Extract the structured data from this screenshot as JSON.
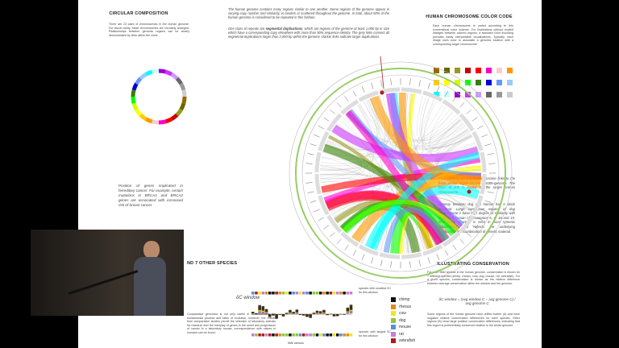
{
  "left": {
    "title": "CIRCULAR COMPOSITION",
    "intro": "There are 23 pairs of chromosomes in the human genome. For visual clarity, these chromosomes are circularly arranged. Relationships between genomic regions can be clearly demonstrated by links within the circle.",
    "cancer_note": "Position of genes implicated in hereditary cancer. For example, certain mutations in BRCA1 and BRCA2 genes are associated with increased risk of breast cancer.",
    "species_title": "ND 7 OTHER SPECIES",
    "species_text": "Comparative genomics is not only useful in understanding the fundamental process and rates of evolution, however, the results from comparative studies permit the selection of laboratory animals for research and the interplay of genes in the onset and progression of cancer in a laboratory mouse, correspondence with values in humans can be found."
  },
  "center": {
    "p1": "The human genome contains many regions similar to one another. Some regions of the genome appear in varying copy number and similarity, in tandem or scattered throughout the genome. In total, about 50% of the human genome is considered to be repeated in this fashion.",
    "p2_pre": "One class of repeats are ",
    "p2_bold": "segmental duplications",
    "p2_post": ", which are regions of the genome at least 1,000 bp in size which have a corresponding copy elsewhere with more than 90% sequence identity. The grey links connect all segmental duplications larger than 2,000 bp within the genome. Darker links indicate larger duplications."
  },
  "right": {
    "title": "HUMAN CHROMOSOME COLOR CODE",
    "intro": "Each human chromosome is coded according to this conventional color scheme. For illustrations without explicit linkages between colored regions, a standard color encoding provides easily interpretable visualizations. Typically, each image uses color to associate a genomic location with a corresponding target chromosome.",
    "dog_p1": "Each position on dog a chromosome links to the most similar region on the human genome. The color of link is coded by the target human chromosome.",
    "dog_p2": "Synteny between dog and human has a block structure. Large contiguous regions of dog chromosome 1 have high degree of similarity with regions of human chromosomes 6, 8, 18 and 19. This block structure is seen in most syntenic relationships and reflects the underlying mechanism of recombination of genetic material.",
    "cons_title": "ILLUSTRATING CONSERVATION",
    "cons_text": "For each 5Mb window in the human genome, conservation is shown for 7 different species (chimp, rhesus, cow, dog, mouse, rat, zebrafish). For a given species, conservation is shown as the relative difference between average conservation within the window and the genome.",
    "formula": "δC window = (avg window C − avg genome C) / avg genome C",
    "cons_note": "Some regions of the human genome have drifted further (A) and have negative relative conservation differences for each species. Other regions (B) show large positive conservation differences, indicating that this region is preferentially conserved relative to the whole genome."
  },
  "chart": {
    "ylabel": "δC window",
    "top_note": "species with smallest δC for this window",
    "bottom_note": "species with largest δC for this window",
    "xlabel": "5Mb window",
    "legend": [
      {
        "name": "chimp",
        "color": "#111111"
      },
      {
        "name": "rhesus",
        "color": "#e08a1e"
      },
      {
        "name": "cow",
        "color": "#f2e51a"
      },
      {
        "name": "dog",
        "color": "#8cc63f"
      },
      {
        "name": "mouse",
        "color": "#5b8fd6"
      },
      {
        "name": "rat",
        "color": "#c77dd6"
      },
      {
        "name": "zebrafish",
        "color": "#b01c1c"
      }
    ]
  },
  "chromosome_colors": [
    "#996600",
    "#666600",
    "#99991e",
    "#cc0000",
    "#ff0000",
    "#ff00cc",
    "#ffcccc",
    "#ff9900",
    "#ffcc00",
    "#ffff00",
    "#ccff00",
    "#00ff00",
    "#358000",
    "#0000cc",
    "#6699ff",
    "#99ccff",
    "#00ffff",
    "#ccffff",
    "#9900cc",
    "#cc33ff",
    "#cc99ff",
    "#666666",
    "#999999",
    "#cccccc"
  ]
}
